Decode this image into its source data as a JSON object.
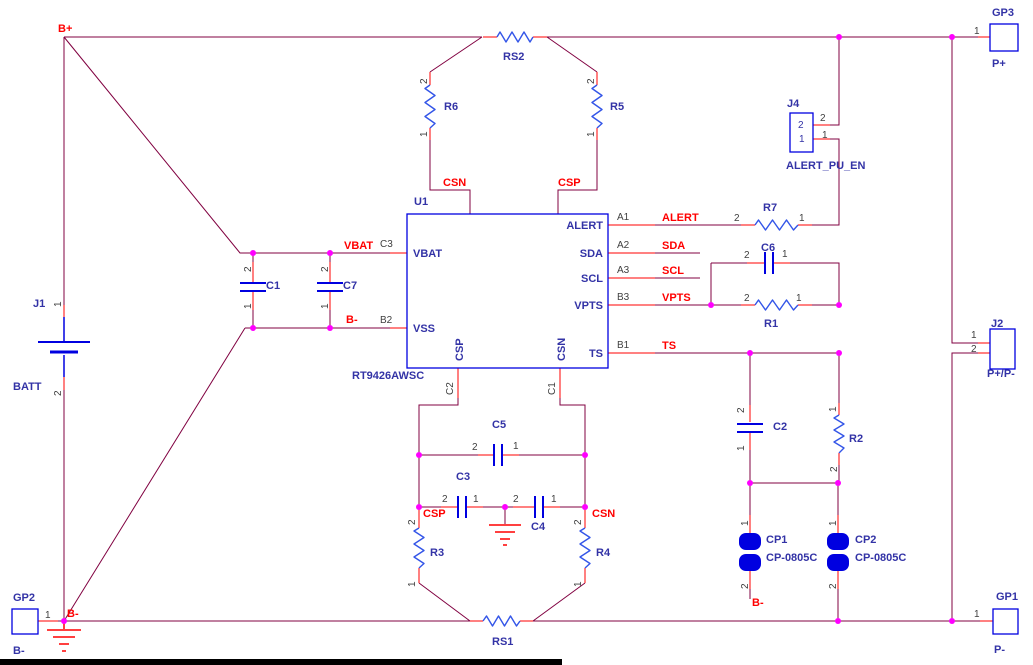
{
  "colors": {
    "background": "#FFFFFF",
    "wire": "#800040",
    "pin": "#FF0000",
    "outline": "#0000E0",
    "resistor": "#3355E8",
    "label": "#3333A6",
    "pinnum": "#3F3F3F",
    "junction": "#FF00FF",
    "net": "#FF0000",
    "cp_fill": "#0000E0"
  },
  "u1": {
    "ref": "U1",
    "part": "RT9426AWSC",
    "pins": {
      "vbat": "VBAT",
      "vss": "VSS",
      "alert": "ALERT",
      "sda": "SDA",
      "scl": "SCL",
      "vpts": "VPTS",
      "ts": "TS",
      "csp": "CSP",
      "csn": "CSN"
    },
    "nums": {
      "vbat": "C3",
      "vss": "B2",
      "alert": "A1",
      "sda": "A2",
      "scl": "A3",
      "vpts": "B3",
      "ts": "B1",
      "csp": "C2",
      "csn": "C1"
    }
  },
  "nets": {
    "bplus": "B+",
    "bminus": "B-",
    "vbat": "VBAT",
    "alert": "ALERT",
    "sda": "SDA",
    "scl": "SCL",
    "vpts": "VPTS",
    "ts": "TS",
    "csp": "CSP",
    "csn": "CSN"
  },
  "parts": {
    "j1": {
      "ref": "J1",
      "value": "BATT"
    },
    "gp1": {
      "ref": "GP1",
      "value": "P-"
    },
    "gp2": {
      "ref": "GP2",
      "value": "B-"
    },
    "gp3": {
      "ref": "GP3",
      "value": "P+"
    },
    "j2": {
      "ref": "J2",
      "value": "P+/P-"
    },
    "j4": {
      "ref": "J4",
      "value": "ALERT_PU_EN"
    },
    "rs1": {
      "ref": "RS1"
    },
    "rs2": {
      "ref": "RS2"
    },
    "r1": {
      "ref": "R1"
    },
    "r2": {
      "ref": "R2"
    },
    "r3": {
      "ref": "R3"
    },
    "r4": {
      "ref": "R4"
    },
    "r5": {
      "ref": "R5"
    },
    "r6": {
      "ref": "R6"
    },
    "r7": {
      "ref": "R7"
    },
    "c1": {
      "ref": "C1"
    },
    "c2": {
      "ref": "C2"
    },
    "c3": {
      "ref": "C3"
    },
    "c4": {
      "ref": "C4"
    },
    "c5": {
      "ref": "C5"
    },
    "c6": {
      "ref": "C6"
    },
    "c7": {
      "ref": "C7"
    },
    "cp1": {
      "ref": "CP1",
      "value": "CP-0805C"
    },
    "cp2": {
      "ref": "CP2",
      "value": "CP-0805C"
    }
  },
  "digits": {
    "d1": "1",
    "d2": "2"
  }
}
